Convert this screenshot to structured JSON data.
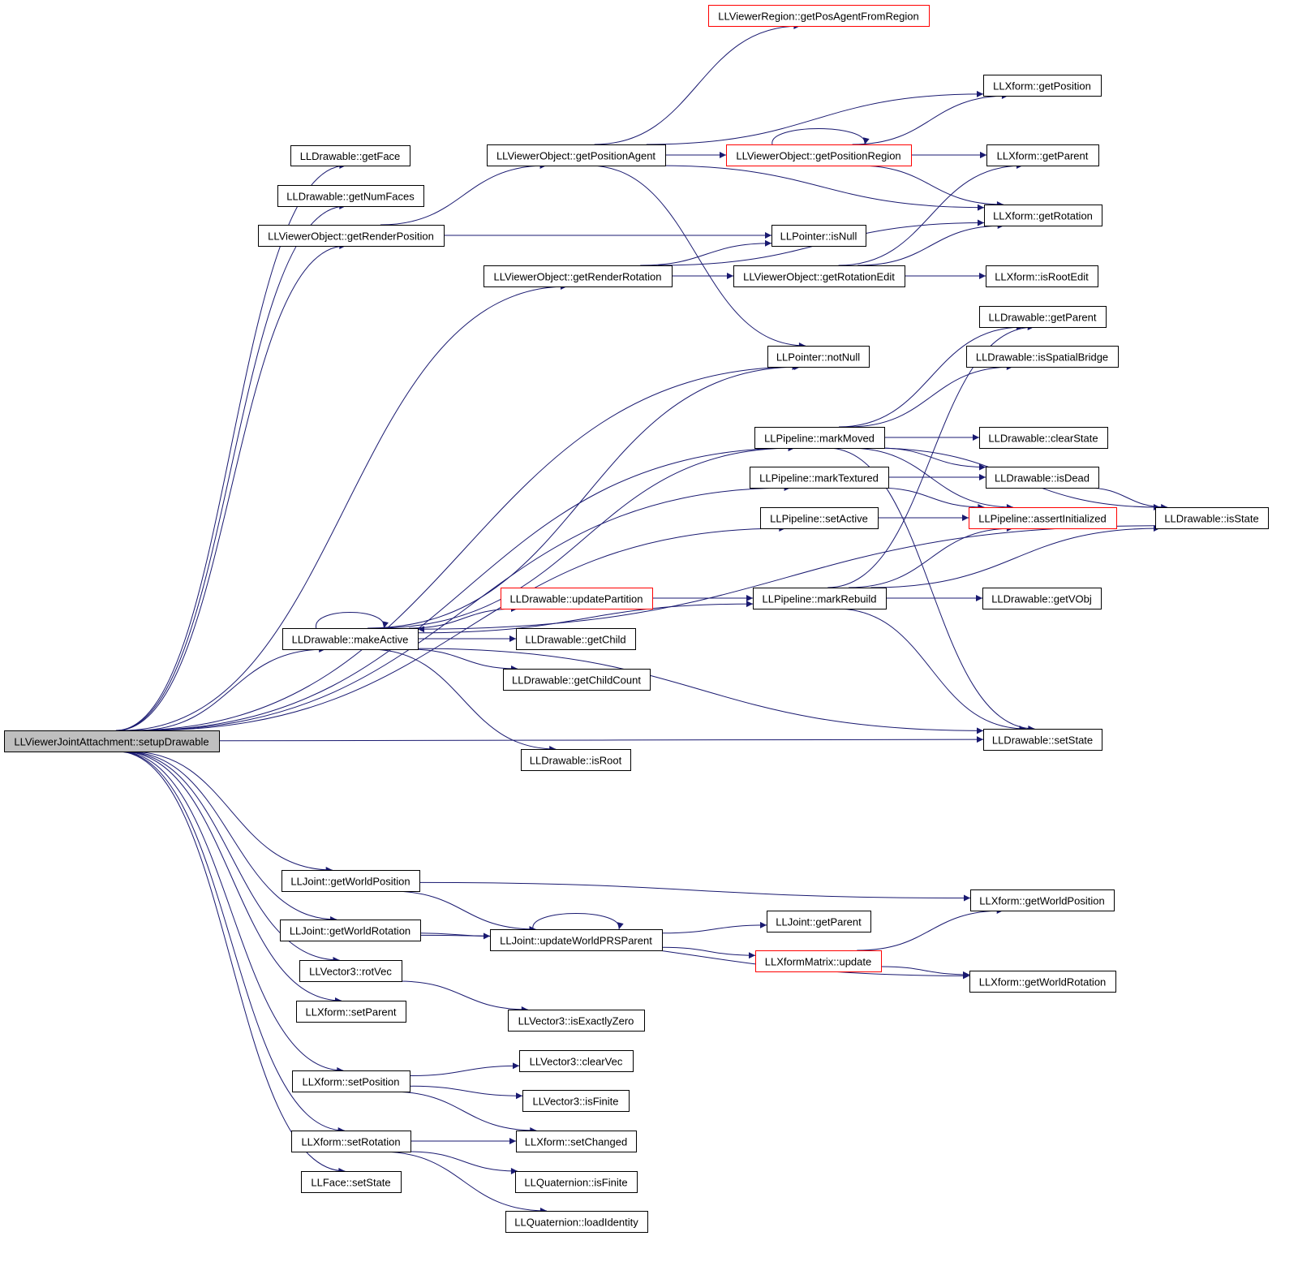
{
  "colors": {
    "edge": "#191970",
    "node_border": "#000000",
    "node_border_linked": "#ff0000",
    "root_fill": "#bfbfbf",
    "node_fill": "#ffffff"
  },
  "nodes": [
    {
      "id": "root",
      "label": "LLViewerJointAttachment::setupDrawable",
      "root": true
    },
    {
      "id": "getFace",
      "label": "LLDrawable::getFace"
    },
    {
      "id": "getNumFaces",
      "label": "LLDrawable::getNumFaces"
    },
    {
      "id": "getRenderPosition",
      "label": "LLViewerObject::getRenderPosition"
    },
    {
      "id": "getRenderRotation",
      "label": "LLViewerObject::getRenderRotation"
    },
    {
      "id": "makeActive",
      "label": "LLDrawable::makeActive"
    },
    {
      "id": "jGetWorldPosition",
      "label": "LLJoint::getWorldPosition"
    },
    {
      "id": "jGetWorldRotation",
      "label": "LLJoint::getWorldRotation"
    },
    {
      "id": "rotVec",
      "label": "LLVector3::rotVec"
    },
    {
      "id": "xSetParent",
      "label": "LLXform::setParent"
    },
    {
      "id": "xSetPosition",
      "label": "LLXform::setPosition"
    },
    {
      "id": "xSetRotation",
      "label": "LLXform::setRotation"
    },
    {
      "id": "faceSetState",
      "label": "LLFace::setState"
    },
    {
      "id": "getPositionAgent",
      "label": "LLViewerObject::getPositionAgent"
    },
    {
      "id": "updatePartition",
      "label": "LLDrawable::updatePartition",
      "linked": true
    },
    {
      "id": "getChild",
      "label": "LLDrawable::getChild"
    },
    {
      "id": "getChildCount",
      "label": "LLDrawable::getChildCount"
    },
    {
      "id": "isRoot",
      "label": "LLDrawable::isRoot"
    },
    {
      "id": "updateWorldPRSParent",
      "label": "LLJoint::updateWorldPRSParent"
    },
    {
      "id": "isExactlyZero",
      "label": "LLVector3::isExactlyZero"
    },
    {
      "id": "clearVec",
      "label": "LLVector3::clearVec"
    },
    {
      "id": "v3IsFinite",
      "label": "LLVector3::isFinite"
    },
    {
      "id": "setChanged",
      "label": "LLXform::setChanged"
    },
    {
      "id": "qIsFinite",
      "label": "LLQuaternion::isFinite"
    },
    {
      "id": "loadIdentity",
      "label": "LLQuaternion::loadIdentity"
    },
    {
      "id": "getPosAgentFromRegion",
      "label": "LLViewerRegion::getPosAgentFromRegion",
      "linked": true
    },
    {
      "id": "getPositionRegion",
      "label": "LLViewerObject::getPositionRegion",
      "linked": true
    },
    {
      "id": "pIsNull",
      "label": "LLPointer::isNull"
    },
    {
      "id": "getRotationEdit",
      "label": "LLViewerObject::getRotationEdit"
    },
    {
      "id": "pNotNull",
      "label": "LLPointer::notNull"
    },
    {
      "id": "markMoved",
      "label": "LLPipeline::markMoved"
    },
    {
      "id": "markTextured",
      "label": "LLPipeline::markTextured"
    },
    {
      "id": "setActive",
      "label": "LLPipeline::setActive"
    },
    {
      "id": "markRebuild",
      "label": "LLPipeline::markRebuild"
    },
    {
      "id": "jGetParent",
      "label": "LLJoint::getParent"
    },
    {
      "id": "xmUpdate",
      "label": "LLXformMatrix::update",
      "linked": true
    },
    {
      "id": "xGetPosition",
      "label": "LLXform::getPosition"
    },
    {
      "id": "xGetParent",
      "label": "LLXform::getParent"
    },
    {
      "id": "xGetRotation",
      "label": "LLXform::getRotation"
    },
    {
      "id": "xIsRootEdit",
      "label": "LLXform::isRootEdit"
    },
    {
      "id": "dGetParent",
      "label": "LLDrawable::getParent"
    },
    {
      "id": "isSpatialBridge",
      "label": "LLDrawable::isSpatialBridge"
    },
    {
      "id": "clearState",
      "label": "LLDrawable::clearState"
    },
    {
      "id": "isDead",
      "label": "LLDrawable::isDead"
    },
    {
      "id": "assertInitialized",
      "label": "LLPipeline::assertInitialized",
      "linked": true
    },
    {
      "id": "getVObj",
      "label": "LLDrawable::getVObj"
    },
    {
      "id": "dSetState",
      "label": "LLDrawable::setState"
    },
    {
      "id": "xGetWorldPosition",
      "label": "LLXform::getWorldPosition"
    },
    {
      "id": "xGetWorldRotation",
      "label": "LLXform::getWorldRotation"
    },
    {
      "id": "isState",
      "label": "LLDrawable::isState"
    }
  ],
  "edges": [
    [
      "root",
      "getFace"
    ],
    [
      "root",
      "getNumFaces"
    ],
    [
      "root",
      "getRenderPosition"
    ],
    [
      "root",
      "getRenderRotation"
    ],
    [
      "root",
      "pNotNull"
    ],
    [
      "root",
      "markMoved"
    ],
    [
      "root",
      "markTextured"
    ],
    [
      "root",
      "setActive"
    ],
    [
      "root",
      "makeActive"
    ],
    [
      "root",
      "dSetState"
    ],
    [
      "root",
      "jGetWorldPosition"
    ],
    [
      "root",
      "jGetWorldRotation"
    ],
    [
      "root",
      "rotVec"
    ],
    [
      "root",
      "xSetParent"
    ],
    [
      "root",
      "xSetPosition"
    ],
    [
      "root",
      "xSetRotation"
    ],
    [
      "root",
      "faceSetState"
    ],
    [
      "getRenderPosition",
      "getPositionAgent"
    ],
    [
      "getRenderPosition",
      "pIsNull"
    ],
    [
      "getRenderRotation",
      "getRotationEdit"
    ],
    [
      "getRenderRotation",
      "pIsNull"
    ],
    [
      "getRenderRotation",
      "xGetRotation"
    ],
    [
      "getPositionAgent",
      "getPosAgentFromRegion"
    ],
    [
      "getPositionAgent",
      "xGetPosition"
    ],
    [
      "getPositionAgent",
      "getPositionRegion"
    ],
    [
      "getPositionAgent",
      "xGetParent"
    ],
    [
      "getPositionAgent",
      "xGetRotation"
    ],
    [
      "getPositionAgent",
      "pNotNull"
    ],
    [
      "getPositionRegion",
      "getPositionRegion"
    ],
    [
      "getPositionRegion",
      "xGetPosition"
    ],
    [
      "getPositionRegion",
      "xGetParent"
    ],
    [
      "getPositionRegion",
      "xGetRotation"
    ],
    [
      "getRotationEdit",
      "xGetParent"
    ],
    [
      "getRotationEdit",
      "xGetRotation"
    ],
    [
      "getRotationEdit",
      "xIsRootEdit"
    ],
    [
      "makeActive",
      "makeActive"
    ],
    [
      "makeActive",
      "pNotNull"
    ],
    [
      "makeActive",
      "markMoved"
    ],
    [
      "makeActive",
      "updatePartition"
    ],
    [
      "makeActive",
      "getChild"
    ],
    [
      "makeActive",
      "getChildCount"
    ],
    [
      "makeActive",
      "markRebuild"
    ],
    [
      "makeActive",
      "isRoot"
    ],
    [
      "makeActive",
      "dSetState"
    ],
    [
      "markMoved",
      "dGetParent"
    ],
    [
      "markMoved",
      "isSpatialBridge"
    ],
    [
      "markMoved",
      "clearState"
    ],
    [
      "markMoved",
      "isDead"
    ],
    [
      "markMoved",
      "assertInitialized"
    ],
    [
      "markMoved",
      "isState"
    ],
    [
      "markMoved",
      "dSetState"
    ],
    [
      "markTextured",
      "isDead"
    ],
    [
      "markTextured",
      "assertInitialized"
    ],
    [
      "setActive",
      "assertInitialized"
    ],
    [
      "updatePartition",
      "markRebuild"
    ],
    [
      "markRebuild",
      "dGetParent"
    ],
    [
      "markRebuild",
      "assertInitialized"
    ],
    [
      "markRebuild",
      "getVObj"
    ],
    [
      "markRebuild",
      "isState"
    ],
    [
      "markRebuild",
      "dSetState"
    ],
    [
      "isDead",
      "isState"
    ],
    [
      "isState",
      "makeActive"
    ],
    [
      "jGetWorldPosition",
      "xGetWorldPosition"
    ],
    [
      "jGetWorldPosition",
      "updateWorldPRSParent"
    ],
    [
      "jGetWorldRotation",
      "updateWorldPRSParent"
    ],
    [
      "jGetWorldRotation",
      "xGetWorldRotation"
    ],
    [
      "updateWorldPRSParent",
      "updateWorldPRSParent"
    ],
    [
      "updateWorldPRSParent",
      "jGetParent"
    ],
    [
      "updateWorldPRSParent",
      "xmUpdate"
    ],
    [
      "xmUpdate",
      "xGetWorldPosition"
    ],
    [
      "xmUpdate",
      "xGetWorldRotation"
    ],
    [
      "rotVec",
      "isExactlyZero"
    ],
    [
      "xSetPosition",
      "clearVec"
    ],
    [
      "xSetPosition",
      "v3IsFinite"
    ],
    [
      "xSetPosition",
      "setChanged"
    ],
    [
      "xSetRotation",
      "setChanged"
    ],
    [
      "xSetRotation",
      "qIsFinite"
    ],
    [
      "xSetRotation",
      "loadIdentity"
    ]
  ]
}
